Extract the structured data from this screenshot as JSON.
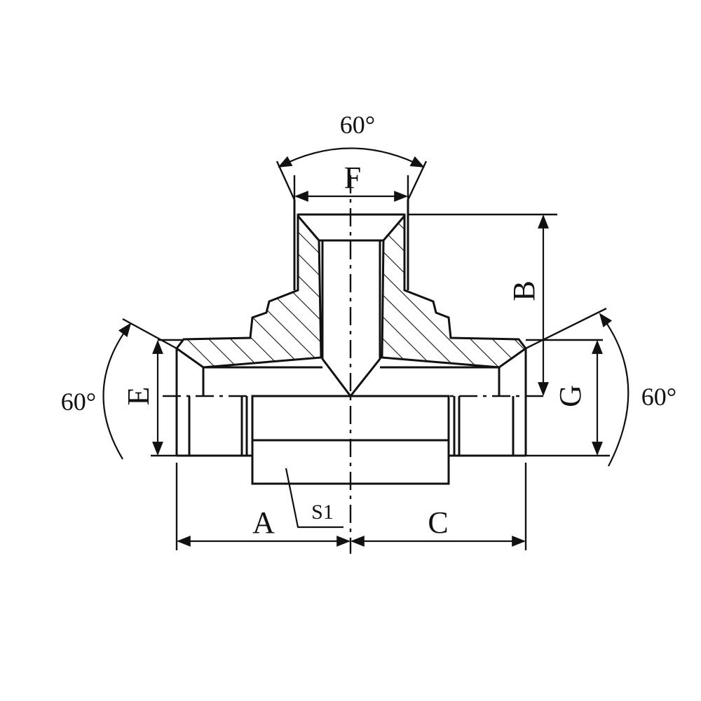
{
  "drawing": {
    "type": "technical-drawing",
    "subject": "tee fitting cross-section",
    "colors": {
      "line": "#111111",
      "background": "#ffffff"
    },
    "labels": {
      "angle_top": "60°",
      "angle_left": "60°",
      "angle_right": "60°",
      "dim_A": "A",
      "dim_B": "B",
      "dim_C": "C",
      "dim_E": "E",
      "dim_F": "F",
      "dim_G": "G",
      "dim_S1": "S1"
    }
  }
}
